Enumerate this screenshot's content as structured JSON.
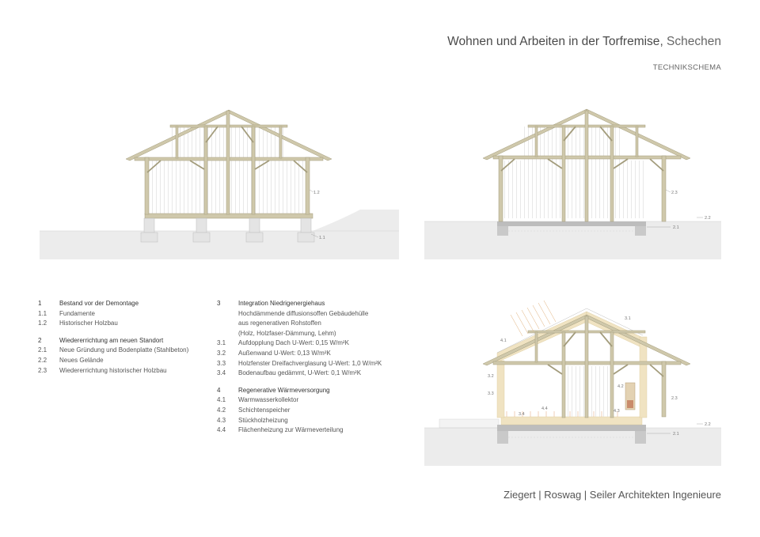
{
  "header": {
    "title_bold": "Wohnen und Arbeiten in der Torfremise",
    "title_sep": ",",
    "title_place": " Schechen",
    "subtitle": "TECHNIKSCHEMA"
  },
  "legend": {
    "col1": [
      {
        "num": "1",
        "text": "Bestand vor der Demontage",
        "head": true
      },
      {
        "num": "1.1",
        "text": "Fundamente"
      },
      {
        "num": "1.2",
        "text": "Historischer Holzbau"
      },
      {
        "gap": true
      },
      {
        "num": "2",
        "text": "Wiedererrichtung am neuen Standort",
        "head": true
      },
      {
        "num": "2.1",
        "text": "Neue Gründung und Bodenplatte (Stahlbeton)"
      },
      {
        "num": "2.2",
        "text": "Neues Gelände"
      },
      {
        "num": "2.3",
        "text": "Wiedererrichtung historischer Holzbau"
      }
    ],
    "col2": [
      {
        "num": "3",
        "text": "Integration Niedrigenergiehaus",
        "head": true
      },
      {
        "num": "",
        "text": "Hochdämmende diffusionsoffen Gebäudehülle"
      },
      {
        "num": "",
        "text": "aus regenerativen Rohstoffen"
      },
      {
        "num": "",
        "text": "(Holz, Holzfaser-Dämmung, Lehm)"
      },
      {
        "num": "3.1",
        "text": "Aufdopplung Dach U-Wert: 0,15 W/m²K"
      },
      {
        "num": "3.2",
        "text": "Außenwand U-Wert: 0,13 W/m²K"
      },
      {
        "num": "3.3",
        "text": "Holzfenster Dreifachverglasung U-Wert: 1,0 W/m²K"
      },
      {
        "num": "3.4",
        "text": "Bodenaufbau gedämmt, U-Wert: 0,1 W/m²K"
      },
      {
        "gap": true
      },
      {
        "num": "4",
        "text": "Regenerative Wärmeversorgung",
        "head": true
      },
      {
        "num": "4.1",
        "text": "Warmwasserkollektor"
      },
      {
        "num": "4.2",
        "text": "Schichtenspeicher"
      },
      {
        "num": "4.3",
        "text": "Stückholzheizung"
      },
      {
        "num": "4.4",
        "text": "Flächenheizung zur Wärmeverteilung"
      }
    ]
  },
  "labels": {
    "d1": {
      "l12": "1.2",
      "l11": "1.1"
    },
    "d2": {
      "l23": "2.3",
      "l22": "2.2",
      "l21": "2.1"
    },
    "d3": {
      "l31": "3.1",
      "l41": "4.1",
      "l32": "3.2",
      "l33": "3.3",
      "l34": "3.4",
      "l44": "4.4",
      "l42": "4.2",
      "l43": "4.3",
      "l23": "2.3",
      "l22": "2.2",
      "l21": "2.1"
    }
  },
  "footer": "Ziegert | Roswag | Seiler  Architekten Ingenieure",
  "colors": {
    "timber": "#cfc8ab",
    "timber_stroke": "#a39c7c",
    "ground": "#ececec",
    "concrete": "#bdbdbd",
    "insulation": "#f0e3c2"
  }
}
